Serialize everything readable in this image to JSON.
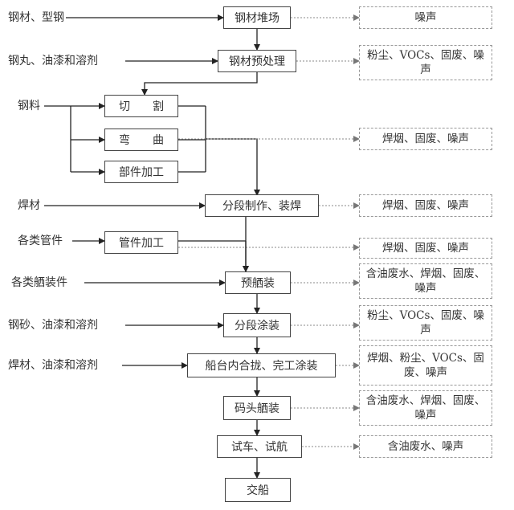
{
  "inputs": {
    "steel_plate_profile": "钢材、型钢",
    "shot_paint_solvent": "钢丸、油漆和溶剂",
    "steel_material": "钢料",
    "welding_material": "焊材",
    "various_pipes": "各类管件",
    "various_outfitting": "各类舾装件",
    "sand_paint_solvent": "钢砂、油漆和溶剂",
    "weld_paint_solvent": "焊材、油漆和溶剂"
  },
  "processes": {
    "steel_yard": "钢材堆场",
    "pretreatment": "钢材预处理",
    "cutting": "切　　割",
    "bending": "弯　　曲",
    "parts_processing": "部件加工",
    "section_welding": "分段制作、装焊",
    "pipe_processing": "管件加工",
    "pre_outfitting": "预舾装",
    "section_painting": "分段涂装",
    "dock_closure": "船台内合拢、完工涂装",
    "dock_outfitting": "码头舾装",
    "trial": "试车、试航",
    "delivery": "交船"
  },
  "outputs": {
    "steel_yard": "噪声",
    "pretreatment": "粉尘、VOCs、固废、噪声",
    "bending": "焊烟、固废、噪声",
    "section_welding": "焊烟、固废、噪声",
    "pipe_processing": "焊烟、固废、噪声",
    "pre_outfitting": "含油废水、焊烟、固废、噪声",
    "section_painting": "粉尘、VOCs、固废、噪声",
    "dock_closure": "焊烟、粉尘、VOCs、固废、噪声",
    "dock_outfitting": "含油废水、焊烟、固废、噪声",
    "trial": "含油废水、噪声"
  }
}
